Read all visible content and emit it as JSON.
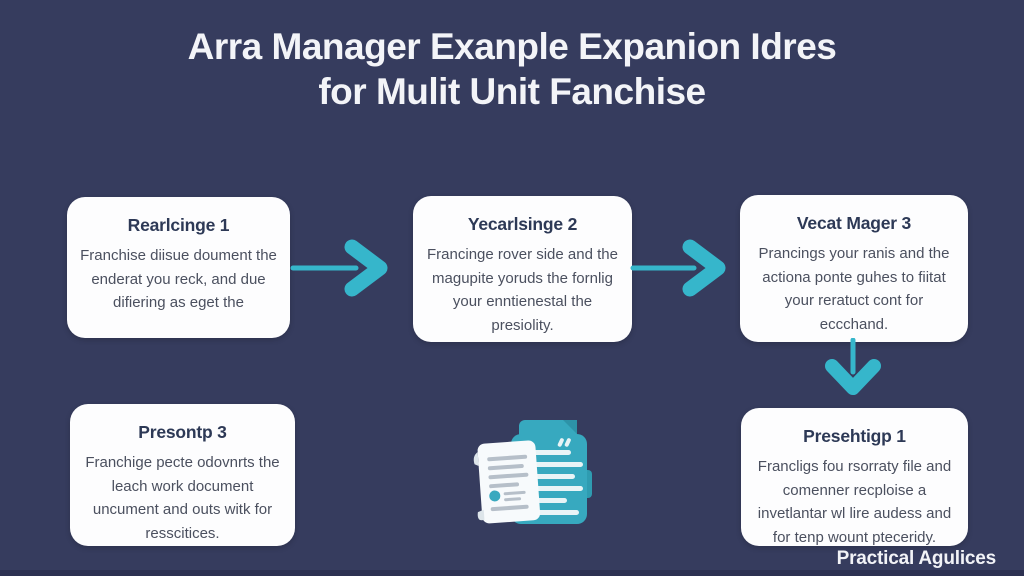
{
  "title": {
    "line1": "Arra Manager Exanple Expanion Idres",
    "line2": "for Mulit Unit Fanchise"
  },
  "cards": {
    "step1": {
      "heading": "Rearlcinge 1",
      "body": "Franchise diisue doument the enderat you reck, and due difiering as eget the"
    },
    "step2": {
      "heading": "Yecarlsinge 2",
      "body": "Francinge rover side and the magupite yoruds the fornlig your enntienestal the presiolity."
    },
    "step3": {
      "heading": "Vecat Mager 3",
      "body": "Prancings your ranis and the actiona ponte guhes to fiitat your reratuct cont for eccchand."
    },
    "step4": {
      "heading": "Presontp 3",
      "body": "Franchige pecte odovnrts the leach work document uncument and outs witk for resscitices."
    },
    "step5": {
      "heading": "Presehtigp 1",
      "body": "Francligs fou rsorraty file and comenner recploise a invetlantar wl lire audess and for tenp wount pteceridy."
    }
  },
  "footer": {
    "credit": "Practical Agulices"
  },
  "icons": {
    "center": "document-scroll-icon",
    "flow_right": "arrow-right-icon",
    "flow_down": "arrow-down-icon"
  },
  "colors": {
    "background": "#363c5e",
    "card_background": "#fdfdfe",
    "heading_text": "#2d3956",
    "body_text": "#4b505f",
    "accent_teal": "#36b6cb",
    "icon_teal": "#37a9bf",
    "title_text": "#f3f4f8"
  }
}
